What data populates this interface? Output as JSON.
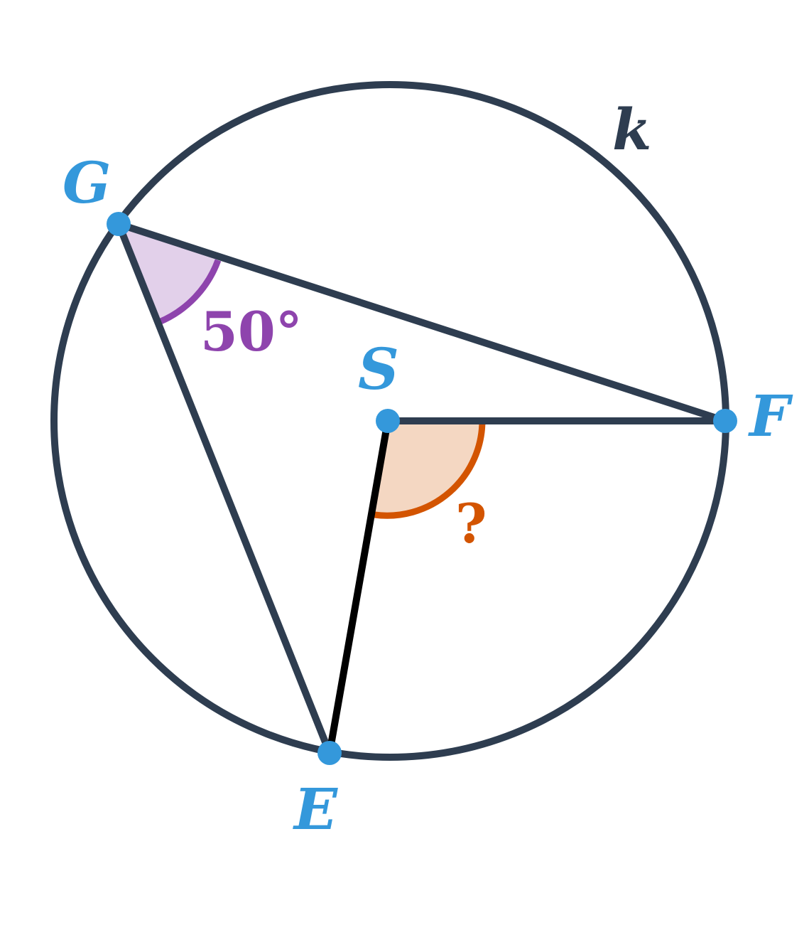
{
  "diagram": {
    "circle_label": "k",
    "points": {
      "G": "G",
      "F": "F",
      "S": "S",
      "E": "E"
    },
    "inscribed_angle": {
      "vertex": "G",
      "value_label": "50°"
    },
    "central_angle": {
      "vertex": "S",
      "value_label": "?"
    },
    "colors": {
      "circle": "#2e3d50",
      "segments": "#2e3d50",
      "radius_SE": "#000000",
      "points": "#3498db",
      "inscribed_angle_stroke": "#8e44ad",
      "inscribed_angle_fill": "#e2d0ea",
      "central_angle_stroke": "#d35400",
      "central_angle_fill": "#f4d7c2"
    }
  }
}
